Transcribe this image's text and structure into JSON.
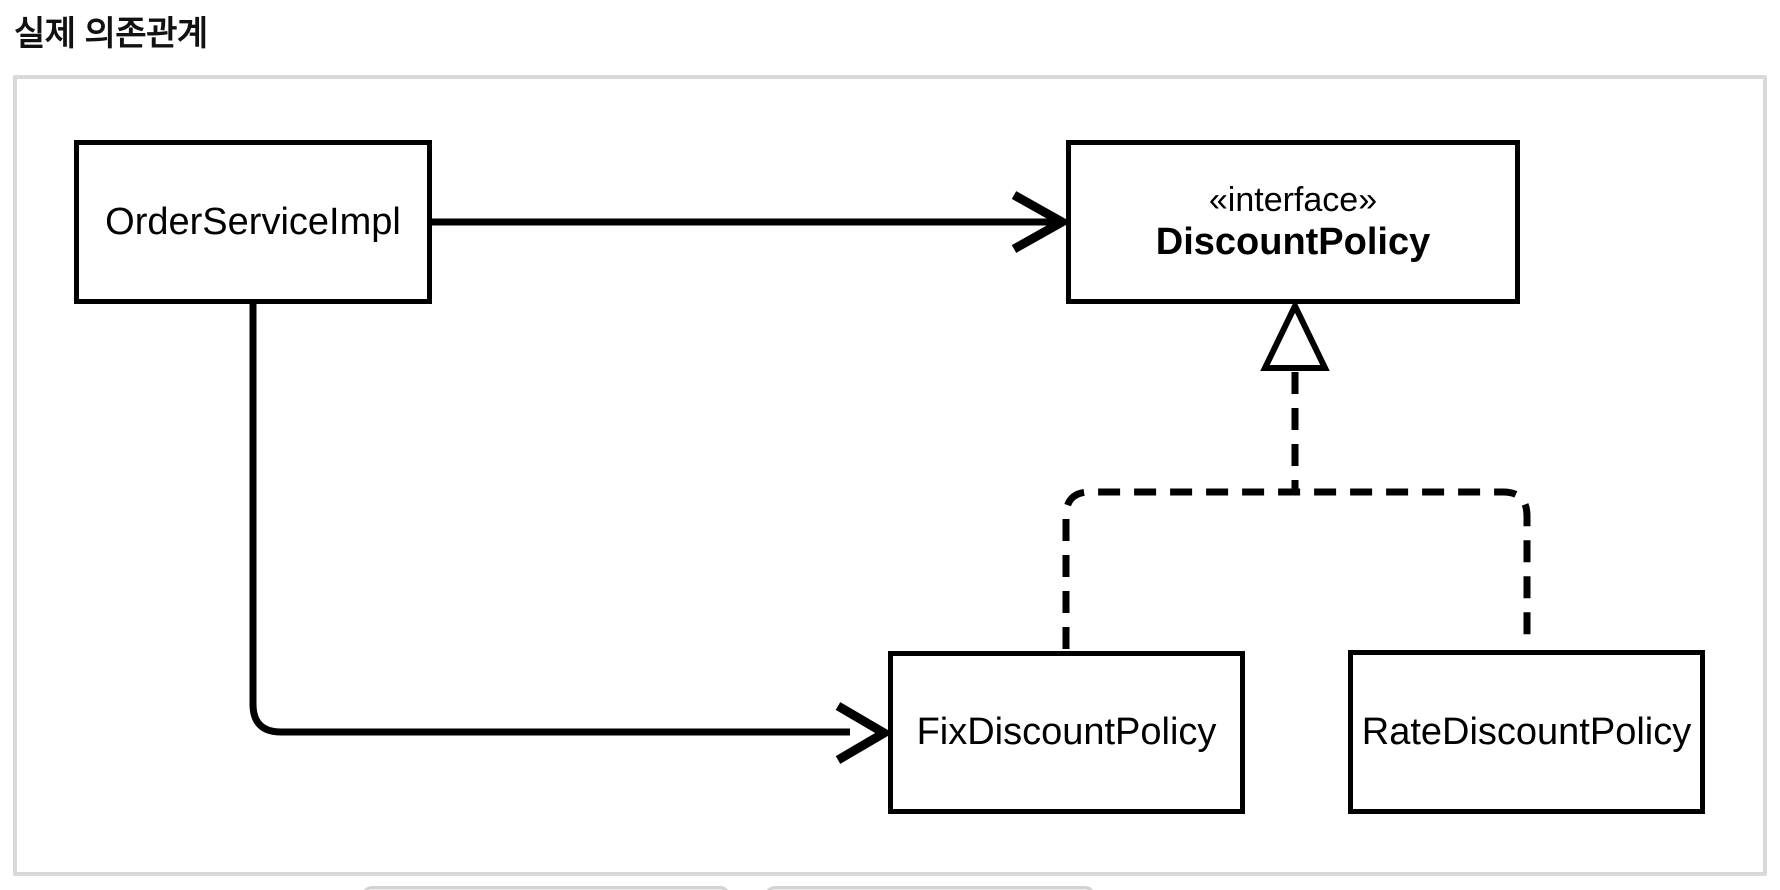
{
  "page": {
    "title": "실제 의존관계"
  },
  "diagram": {
    "nodes": {
      "order_service_impl": {
        "label": "OrderServiceImpl"
      },
      "discount_policy": {
        "stereotype": "«interface»",
        "label": "DiscountPolicy"
      },
      "fix_discount_policy": {
        "label": "FixDiscountPolicy"
      },
      "rate_discount_policy": {
        "label": "RateDiscountPolicy"
      }
    },
    "edges": [
      {
        "from": "OrderServiceImpl",
        "to": "DiscountPolicy",
        "kind": "dependency",
        "style": "solid-open-arrow"
      },
      {
        "from": "OrderServiceImpl",
        "to": "FixDiscountPolicy",
        "kind": "dependency",
        "style": "solid-open-arrow"
      },
      {
        "from": "FixDiscountPolicy",
        "to": "DiscountPolicy",
        "kind": "realization",
        "style": "dashed-hollow-triangle"
      },
      {
        "from": "RateDiscountPolicy",
        "to": "DiscountPolicy",
        "kind": "realization",
        "style": "dashed-hollow-triangle"
      }
    ],
    "colors": {
      "node_border": "#000000",
      "connector": "#000000",
      "canvas_border": "#d9d9d9",
      "background": "#ffffff"
    }
  }
}
